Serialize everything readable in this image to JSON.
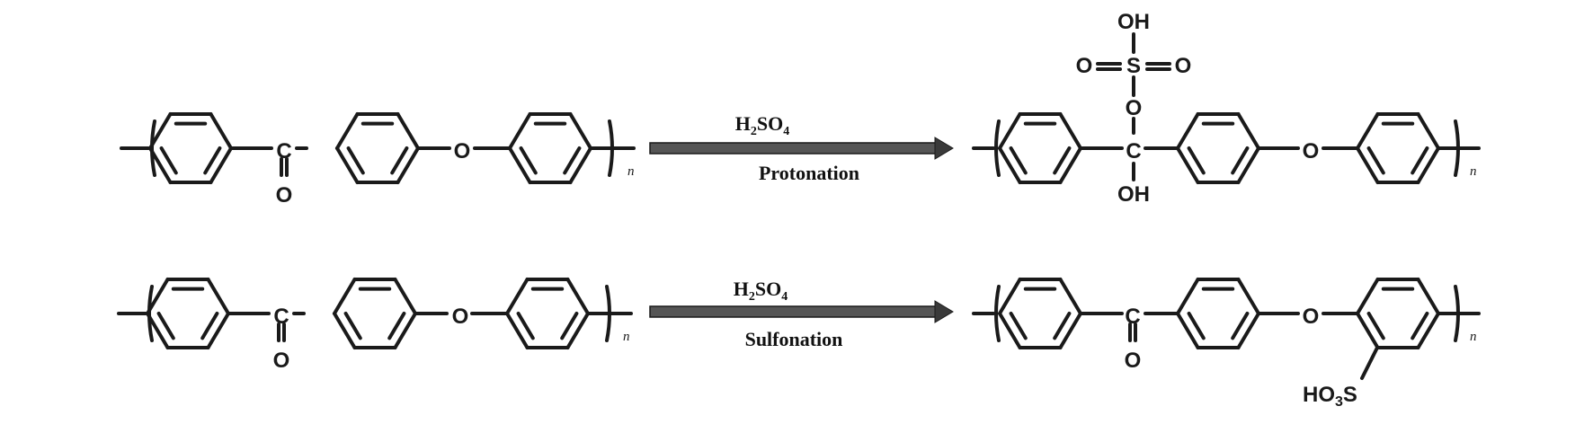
{
  "reactions": [
    {
      "reagent": {
        "base": "H",
        "sub1": "2",
        "mid": "SO",
        "sub2": "4"
      },
      "process": "Protonation",
      "repeat_unit": "n",
      "product_groups": [
        "OH",
        "O",
        "S",
        "O",
        "O",
        "C",
        "OH",
        "O"
      ]
    },
    {
      "reagent": {
        "base": "H",
        "sub1": "2",
        "mid": "SO",
        "sub2": "4"
      },
      "process": "Sulfonation",
      "repeat_unit": "n",
      "product_groups": [
        "C",
        "O",
        "O",
        "HO",
        "3",
        "S"
      ]
    }
  ],
  "reactant_labels": {
    "carbonyl_c": "C",
    "carbonyl_o": "O",
    "ether_o": "O"
  },
  "colors": {
    "ink": "#1a1a1a",
    "arrow_fill": "#555555",
    "arrow_head": "#3a3a3a",
    "background": "#ffffff"
  }
}
